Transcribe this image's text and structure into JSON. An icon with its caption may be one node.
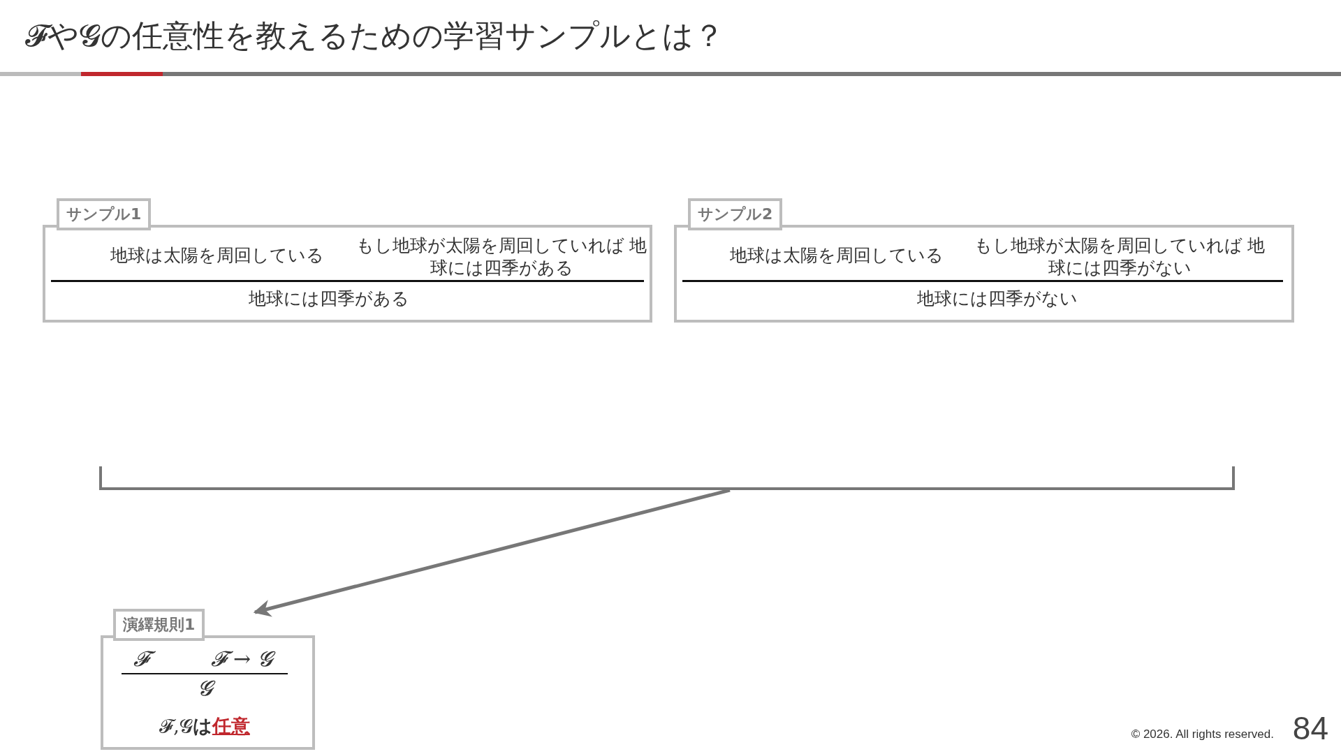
{
  "diagram": {
    "title": "𝓕や𝓖の任意性を教えるための学習サンプルとは？",
    "nodes": [
      {
        "text": [
          "サンプル1",
          "地球は太陽を周回している",
          "もし地球が太陽を周回していれば 地球には四季がある",
          "地球には四季がある"
        ]
      },
      {
        "text": [
          "サンプル2",
          "地球は太陽を周回している",
          "もし地球が太陽を周回していれば 地球には四季がない",
          "地球には四季がない"
        ]
      },
      {
        "text": [],
        "shape": "bracket"
      },
      {
        "text": [
          "演繹規則1",
          "𝓕",
          "𝓕 → 𝓖",
          "𝓖",
          "𝓕,𝓖**は****任意**"
        ]
      }
    ],
    "edges": [
      {
        "from": 2,
        "to": 3,
        "arrow": "to"
      }
    ],
    "labels": [
      "© 2026. All rights reserved.",
      "84"
    ]
  }
}
